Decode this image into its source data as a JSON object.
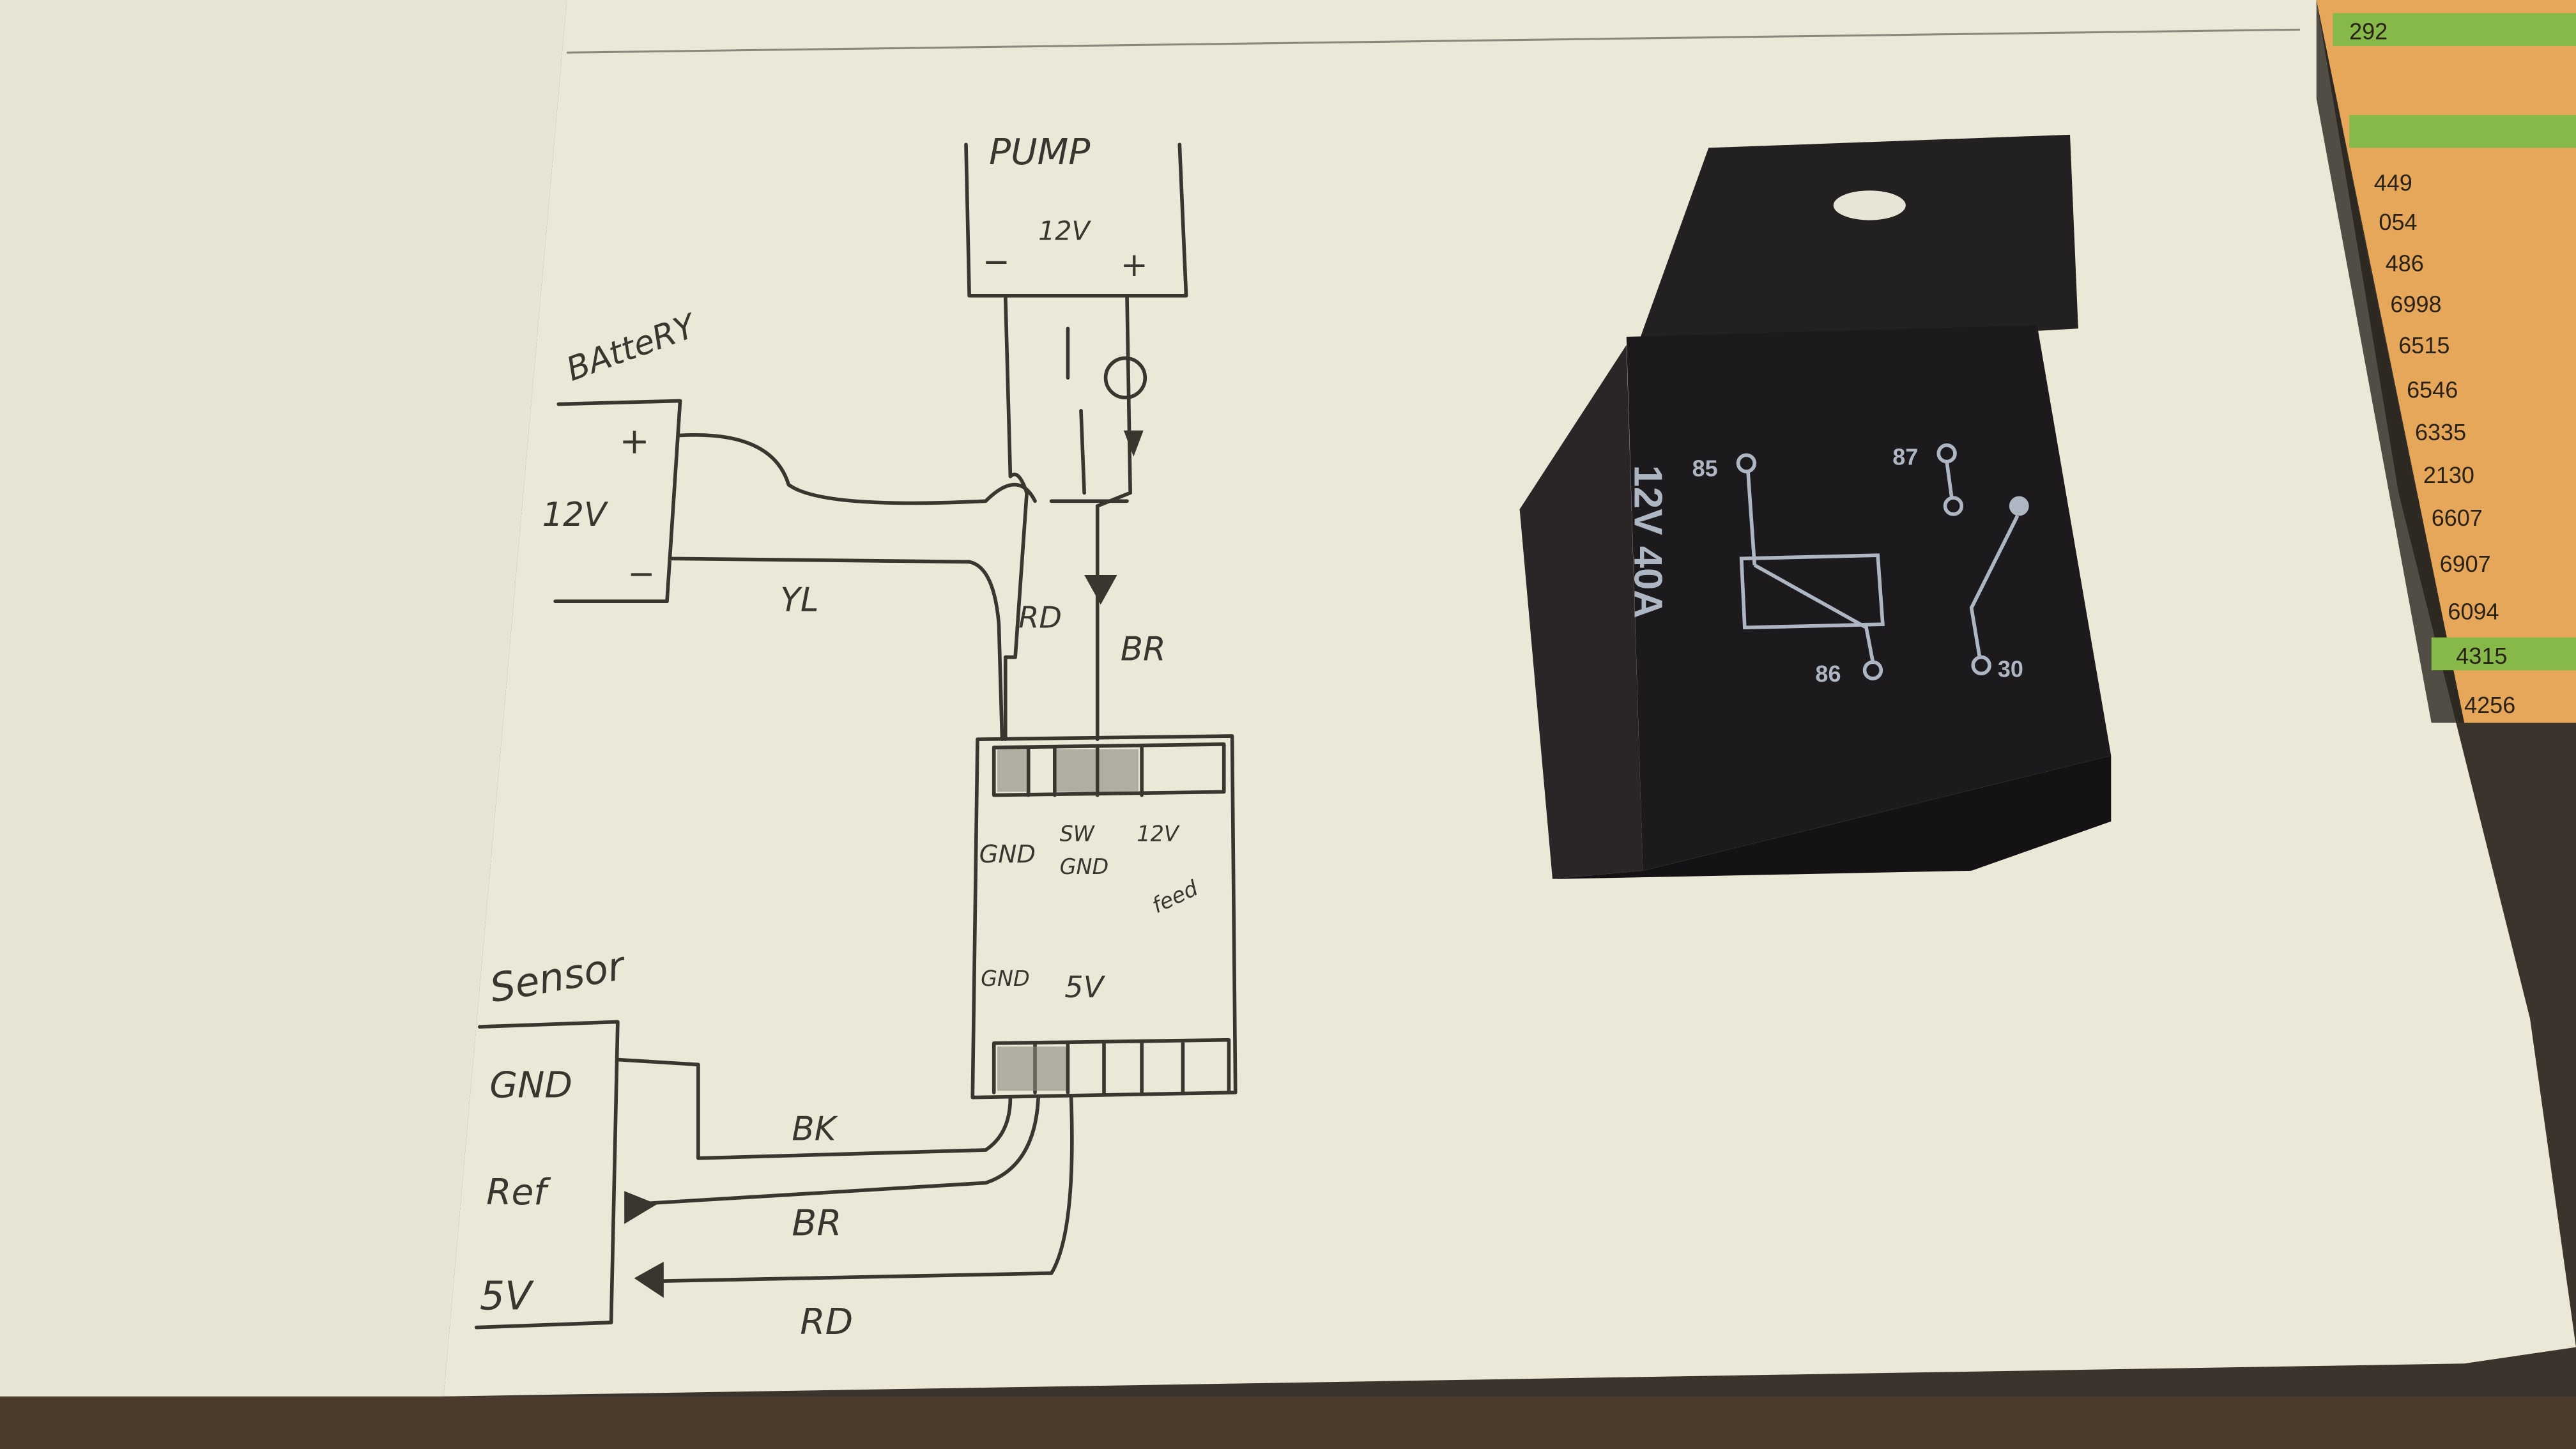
{
  "diagram": {
    "pump": {
      "label": "PUMP",
      "voltage": "12V",
      "minus": "−",
      "plus": "+"
    },
    "battery": {
      "label": "BAtteRY",
      "plus": "+",
      "voltage": "12V",
      "minus": "−"
    },
    "wires": {
      "yl": "YL",
      "rd_top": "RD",
      "br_top": "BR",
      "bk": "BK",
      "br_bottom": "BR",
      "rd_bottom": "RD"
    },
    "module": {
      "pin_gnd": "GND",
      "pin_sw_gnd_1": "SW",
      "pin_sw_gnd_2": "GND",
      "pin_12v_feed_1": "12V",
      "pin_12v_feed_2": "feed",
      "pin_gnd_bottom": "GND",
      "pin_5v": "5V"
    },
    "sensor": {
      "label": "Sensor",
      "gnd": "GND",
      "ref": "Ref",
      "v5": "5V"
    }
  },
  "relay": {
    "rating": "12V 40A",
    "pin_85": "85",
    "pin_87": "87",
    "pin_86": "86",
    "pin_30": "30"
  },
  "side_list": [
    "292",
    "449",
    "054",
    "486",
    "6998",
    "6515",
    "6546",
    "6335",
    "2130",
    "6607",
    "6907",
    "6094",
    "4315",
    "4256"
  ],
  "colors": {
    "paper": "#ebe8d8",
    "relay": "#1c1a1c",
    "orange": "#e6a75a",
    "green": "#86b94a"
  }
}
